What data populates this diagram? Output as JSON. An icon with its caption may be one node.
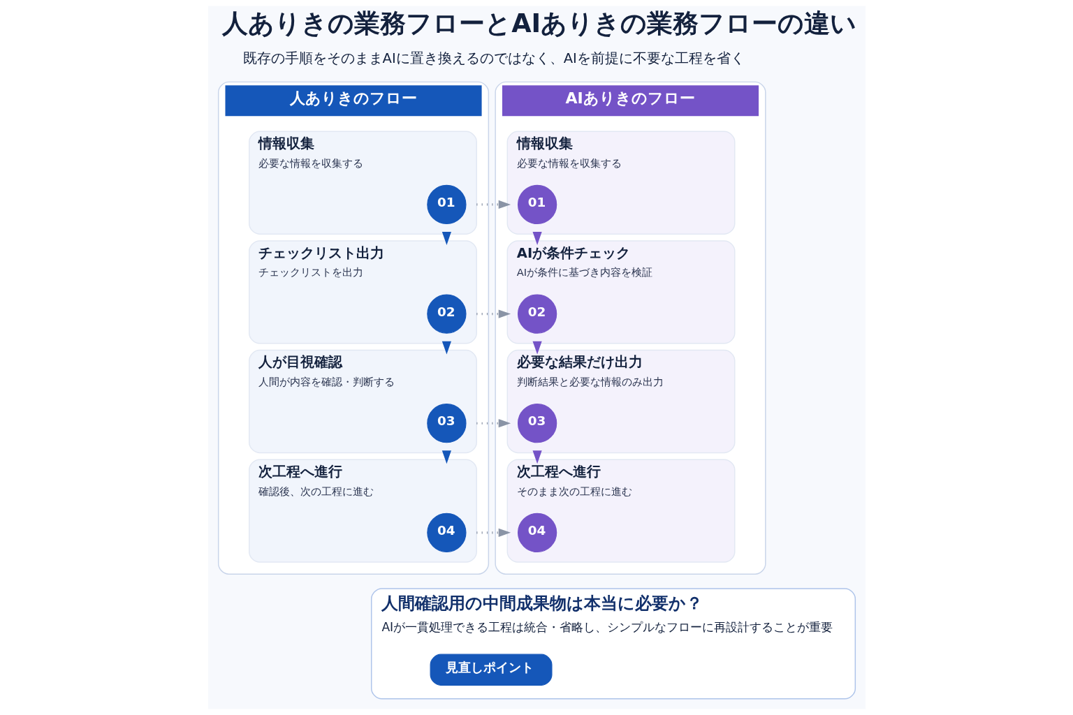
{
  "diagram": {
    "title": "人ありきの業務フローとAIありきの業務フローの違い",
    "nodes": [
      {
        "text": [
          "人ありきのフロー"
        ]
      },
      {
        "text": [
          "情報収集",
          "必要な情報を収集する"
        ],
        "in": 0
      },
      {
        "text": [
          "01"
        ],
        "in": 1
      },
      {
        "text": [
          "チェックリスト出力",
          "チェックリストを出力"
        ],
        "in": 0
      },
      {
        "text": [
          "02"
        ],
        "in": 3
      },
      {
        "text": [
          "人が目視確認",
          "人間が内容を確認・判断する"
        ],
        "in": 0
      },
      {
        "text": [
          "03"
        ],
        "in": 5
      },
      {
        "text": [
          "次工程へ進行",
          "確認後、次の工程に進む"
        ],
        "in": 0
      },
      {
        "text": [
          "04"
        ],
        "in": 7
      },
      {
        "text": [
          "AIありきのフロー"
        ]
      },
      {
        "text": [
          "情報収集",
          "必要な情報を収集する"
        ],
        "in": 9
      },
      {
        "text": [
          "01"
        ],
        "in": 10
      },
      {
        "text": [
          "AIが条件チェック",
          "AIが条件に基づき内容を検証"
        ],
        "in": 9
      },
      {
        "text": [
          "02"
        ],
        "in": 12
      },
      {
        "text": [
          "必要な結果だけ出力",
          "判断結果と必要な情報のみ出力"
        ],
        "in": 9
      },
      {
        "text": [
          "03"
        ],
        "in": 14
      },
      {
        "text": [
          "次工程へ進行",
          "そのまま次の工程に進む"
        ],
        "in": 9
      },
      {
        "text": [
          "04"
        ],
        "in": 16
      },
      {
        "text": [
          "人間確認用の中間成果物は本当に必要か？",
          "AIが一貫処理できる工程は統合・省略し、シンプルなフローに再設計することが重要"
        ]
      },
      {
        "text": [
          "見直しポイント"
        ],
        "in": 18
      }
    ],
    "edges": [
      {
        "from": 1,
        "to": 3,
        "arrow": "to",
        "color": "#1557b9"
      },
      {
        "from": 3,
        "to": 5,
        "arrow": "to",
        "color": "#1557b9"
      },
      {
        "from": 5,
        "to": 7,
        "arrow": "to",
        "color": "#1557b9"
      },
      {
        "from": 10,
        "to": 12,
        "arrow": "to",
        "color": "#7453c7"
      },
      {
        "from": 12,
        "to": 14,
        "arrow": "to",
        "color": "#7453c7"
      },
      {
        "from": 14,
        "to": 16,
        "arrow": "to",
        "color": "#7453c7"
      },
      {
        "from": 1,
        "to": 10,
        "arrow": "to",
        "style": "dashed"
      },
      {
        "from": 3,
        "to": 12,
        "arrow": "to",
        "style": "dashed"
      },
      {
        "from": 5,
        "to": 14,
        "arrow": "to",
        "style": "dashed"
      },
      {
        "from": 7,
        "to": 16,
        "arrow": "to",
        "style": "dashed"
      }
    ],
    "labels": [
      "既存の手順をそのままAIに置き換えるのではなく、AIを前提に不要な工程を省く"
    ]
  }
}
